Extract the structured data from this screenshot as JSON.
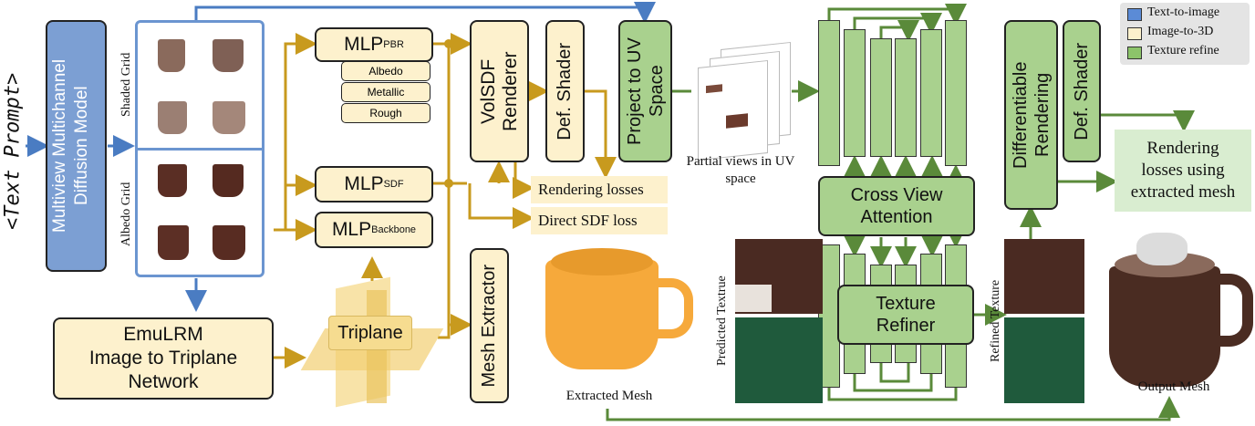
{
  "legend": {
    "items": [
      {
        "label": "Text-to-image",
        "color": "#5b8bd6"
      },
      {
        "label": "Image-to-3D",
        "color": "#fdf1cd"
      },
      {
        "label": "Texture refine",
        "color": "#8cc46a"
      }
    ]
  },
  "prompt_label": "<Text Prompt>",
  "diffusion_model": "Multiview Multichannel Diffusion Model",
  "grid": {
    "shaded": "Shaded Grid",
    "albedo": "Albedo Grid"
  },
  "emulrm": {
    "line1": "EmuLRM",
    "line2": "Image to Triplane",
    "line3": "Network"
  },
  "triplane": "Triplane",
  "mlp": {
    "pbr_main": "MLP",
    "pbr_sub": "PBR",
    "sdf_main": "MLP",
    "sdf_sub": "SDF",
    "backbone_main": "MLP",
    "backbone_sub": "Backbone",
    "pbr_outputs": [
      "Albedo",
      "Metallic",
      "Rough"
    ]
  },
  "volsdf": "VolSDF Renderer",
  "def_shader": "Def. Shader",
  "project_uv": "Project to UV Space",
  "mesh_extractor": "Mesh Extractor",
  "losses": {
    "rendering": "Rendering losses",
    "direct_sdf": "Direct SDF loss"
  },
  "partial_views": "Partial views in UV space",
  "extracted_mesh": "Extracted Mesh",
  "cross_view": {
    "line1": "Cross  View",
    "line2": "Attention"
  },
  "texture_refiner": {
    "line1": "Texture",
    "line2": "Refiner"
  },
  "predicted_texture": "Predicted Textrue",
  "refined_texture": "Refined Texture",
  "diff_rendering": "Differentiable Rendering",
  "def_shader2": "Def. Shader",
  "rendering_losses": {
    "line1": "Rendering",
    "line2": "losses using",
    "line3": "extracted mesh"
  },
  "output_mesh": "Output Mesh"
}
